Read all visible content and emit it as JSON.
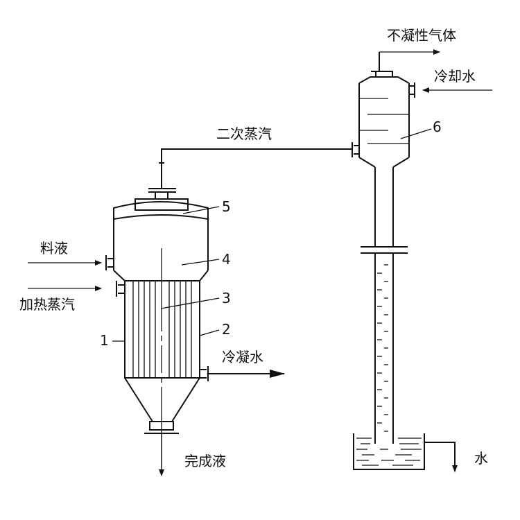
{
  "labels": {
    "feed_liquid": "料液",
    "heating_steam": "加热蒸汽",
    "secondary_vapor": "二次蒸汽",
    "condensate": "冷凝水",
    "product_liquid": "完成液",
    "noncondensable_gas": "不凝性气体",
    "cooling_water": "冷却水",
    "water": "水"
  },
  "callouts": {
    "n1": "1",
    "n2": "2",
    "n3": "3",
    "n4": "4",
    "n5": "5",
    "n6": "6"
  },
  "colors": {
    "line": "#111111",
    "background": "#ffffff"
  }
}
